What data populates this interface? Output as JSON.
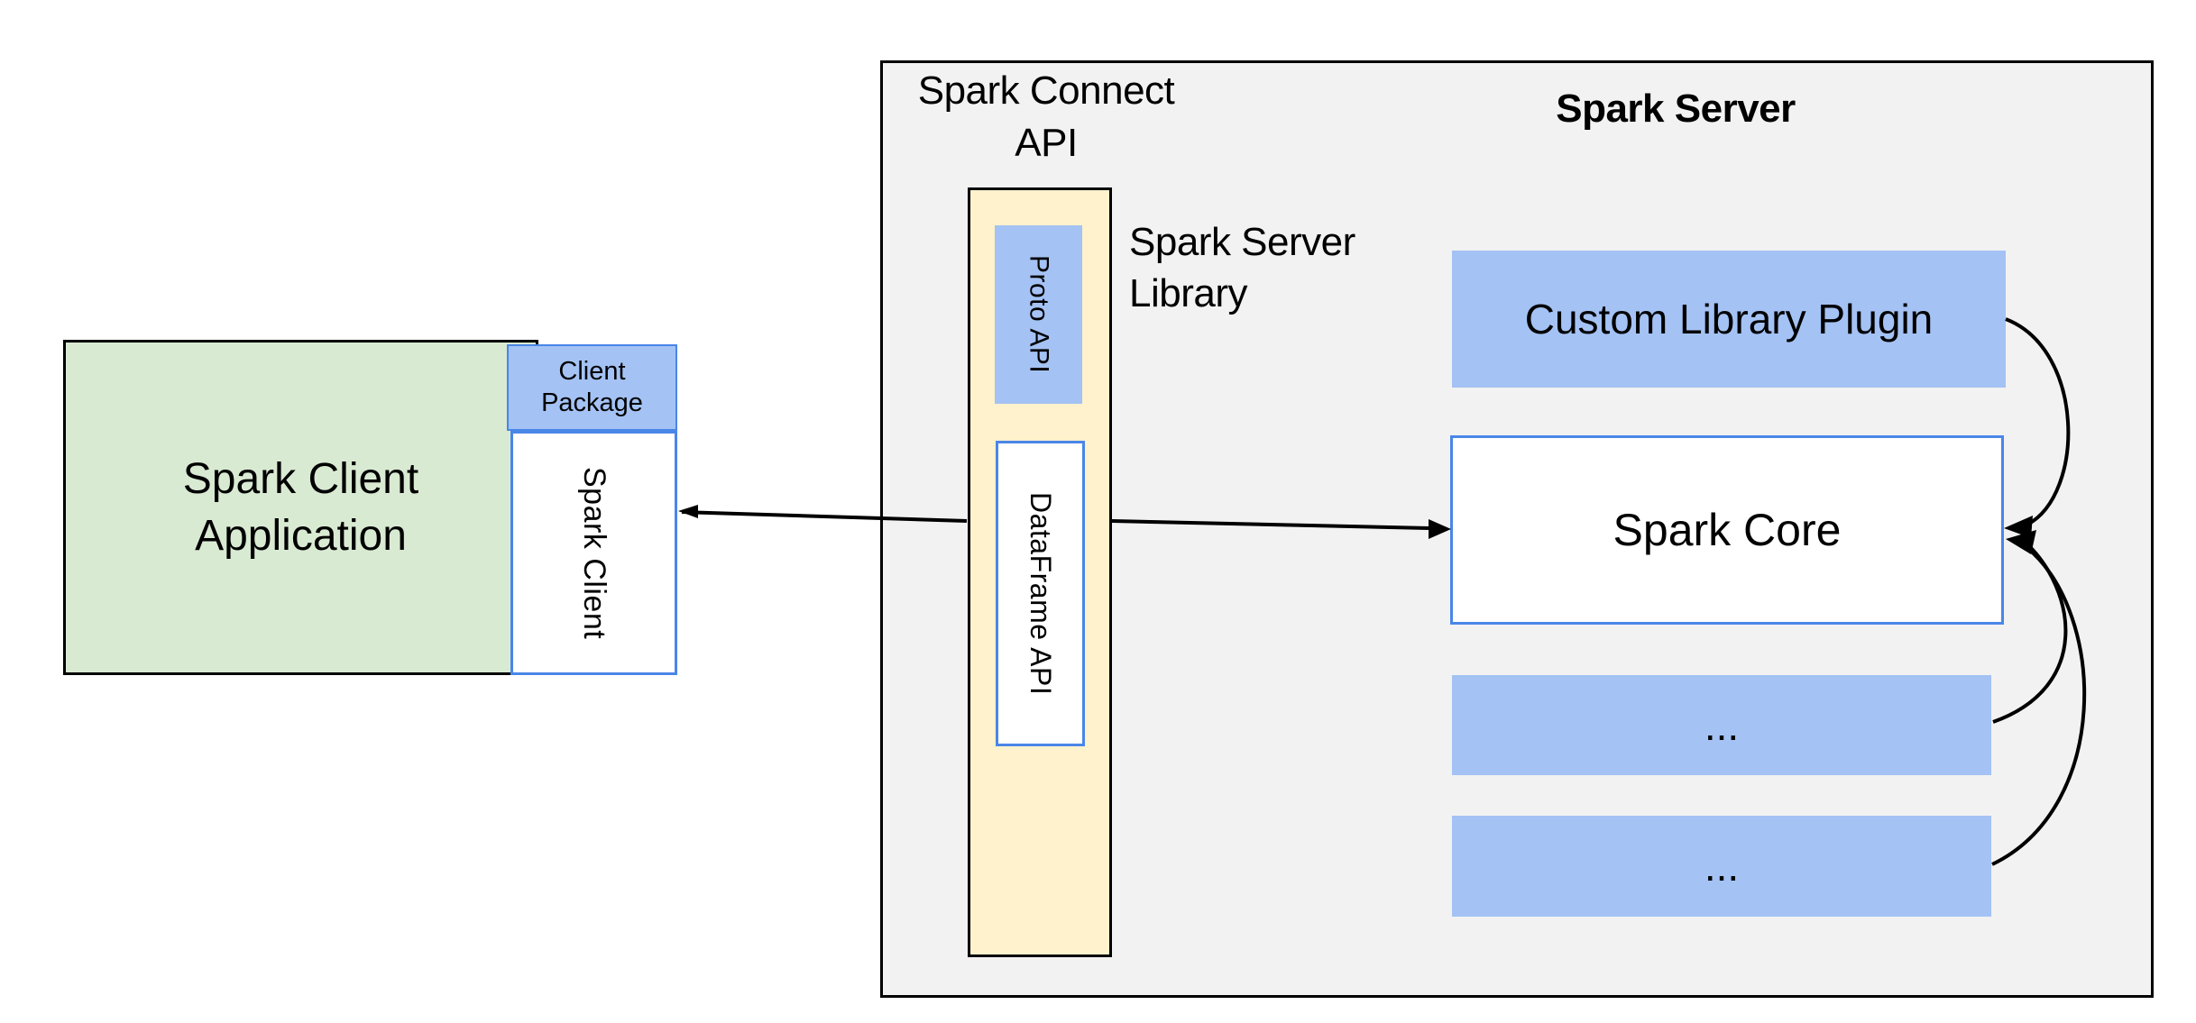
{
  "diagram": {
    "client_application": {
      "label": "Spark Client\nApplication"
    },
    "client_package": {
      "label": "Client\nPackage"
    },
    "spark_client": {
      "label": "Spark Client"
    },
    "connect_panel": {
      "api_label": "Spark Connect\nAPI",
      "server_label": "Spark Server",
      "server_library_label": "Spark Server\nLibrary",
      "proto_api": {
        "label": "Proto  API"
      },
      "dataframe_api": {
        "label": "DataFrame API"
      },
      "custom_library_plugin": {
        "label": "Custom Library Plugin"
      },
      "spark_core": {
        "label": "Spark Core"
      },
      "module_placeholder_1": {
        "label": "..."
      },
      "module_placeholder_2": {
        "label": "..."
      }
    },
    "colors": {
      "blue-fill": "#a4c2f4",
      "blue-border": "#4a86e8",
      "green-fill": "#d9ead3",
      "cream-fill": "#fff2cc",
      "panel-fill": "#f2f2f2",
      "line-color": "#000000"
    }
  }
}
